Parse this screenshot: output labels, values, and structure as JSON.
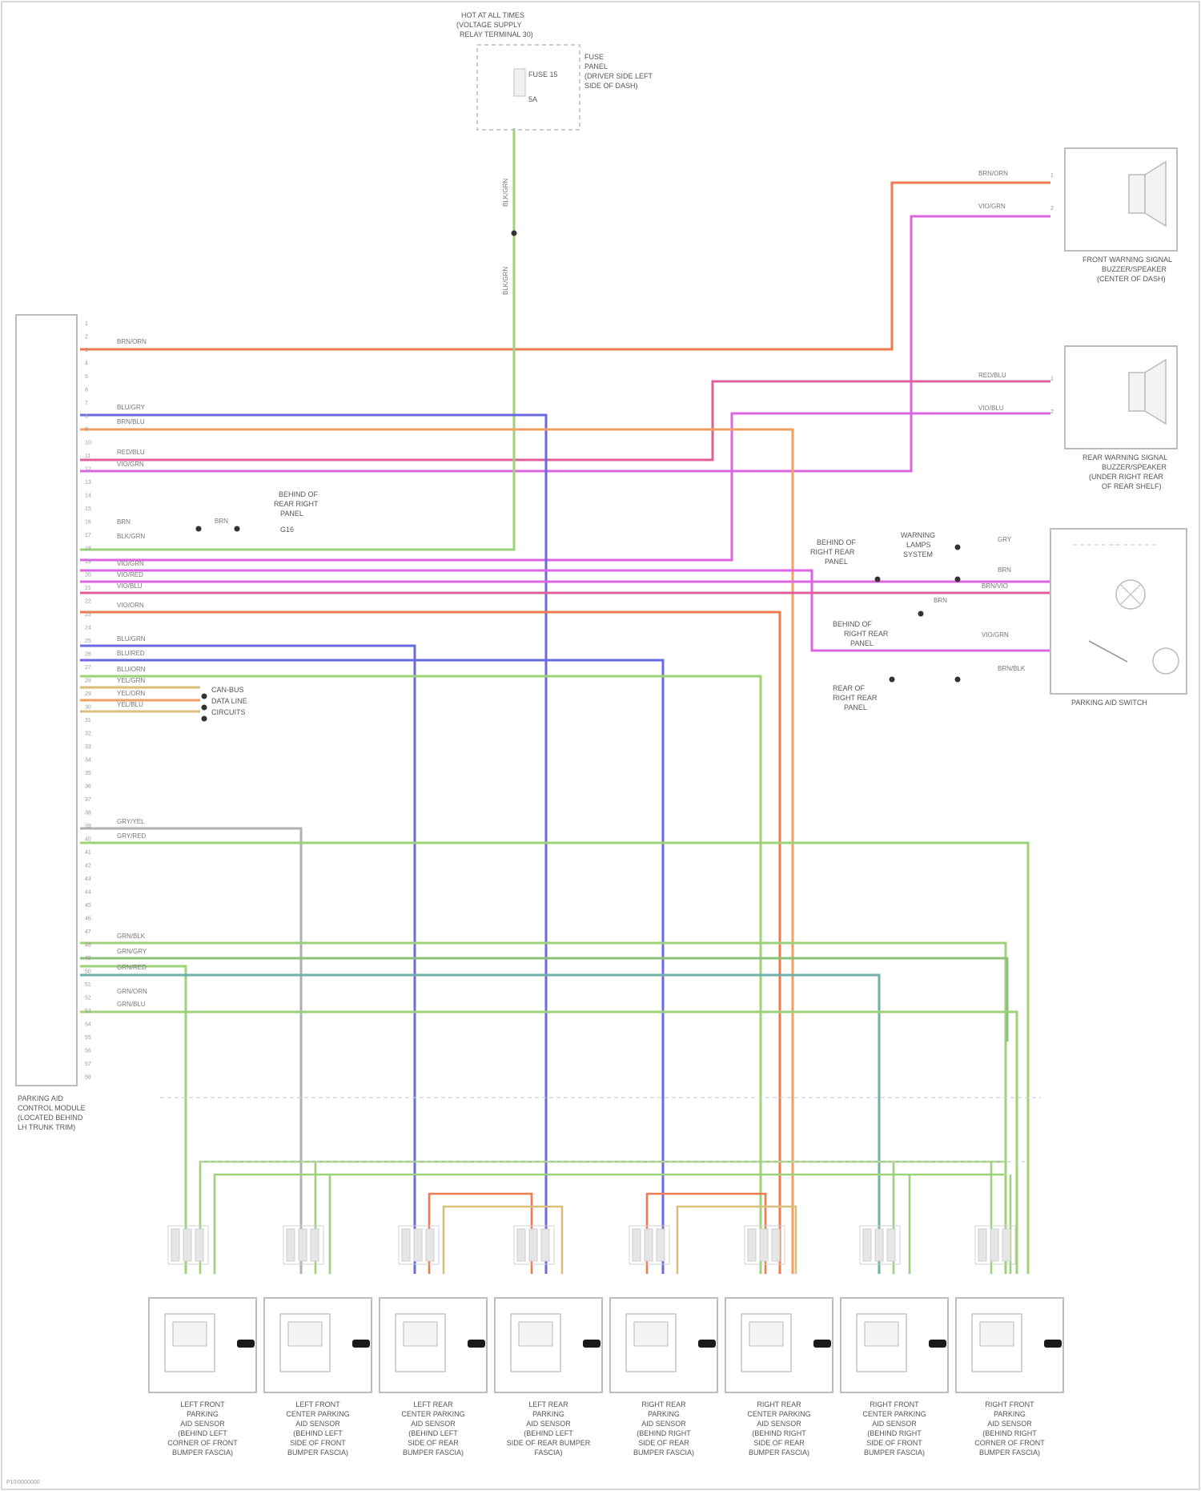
{
  "colors": {
    "orange_red": "#ee7b4e",
    "orange": "#f0a060",
    "pink": "#e0609a",
    "magenta": "#dd66e0",
    "blue": "#6a6ae0",
    "green": "#9cd27a",
    "green_dark": "#8cc17a",
    "gray": "#b0b0b0",
    "teal": "#70b0a8",
    "tan": "#d8c07a"
  },
  "module": {
    "label_lines": [
      "PARKING AID",
      "CONTROL MODULE",
      "(LOCATED BEHIND",
      "LH TRUNK TRIM)"
    ],
    "pins": [
      "1",
      "2",
      "3",
      "4",
      "5",
      "6",
      "7",
      "8",
      "9",
      "10",
      "11",
      "12",
      "13",
      "14",
      "15",
      "16",
      "17",
      "18",
      "19",
      "20",
      "21",
      "22",
      "23",
      "24",
      "25",
      "26",
      "27",
      "28",
      "29",
      "30",
      "31",
      "32",
      "33",
      "34",
      "35",
      "36",
      "37",
      "38",
      "39",
      "40",
      "41",
      "42",
      "43",
      "44",
      "45",
      "46",
      "47",
      "48",
      "49",
      "50",
      "51",
      "52",
      "53",
      "54",
      "55",
      "56",
      "57",
      "58"
    ]
  },
  "top_box": {
    "header_lines": [
      "HOT AT ALL TIMES",
      "(VOLTAGE SUPPLY",
      "RELAY TERMINAL 30)"
    ],
    "inner_lines": [
      "FUSE 15",
      "5A"
    ],
    "side_lines": [
      "FUSE",
      "PANEL",
      "(DRIVER SIDE LEFT",
      "SIDE OF DASH)"
    ],
    "wire_upper": "BLK/GRN",
    "wire_lower": "BLK/GRN"
  },
  "speaker_front": {
    "label_lines": [
      "FRONT WARNING SIGNAL",
      "BUZZER/SPEAKER",
      "(CENTER OF DASH)"
    ],
    "wire_1": "BRN/ORN",
    "wire_2": "VIO/GRN"
  },
  "speaker_rear": {
    "label_lines": [
      "REAR WARNING SIGNAL",
      "BUZZER/SPEAKER",
      "(UNDER RIGHT REAR",
      "OF REAR SHELF)"
    ],
    "wire_1": "RED/BLU",
    "wire_2": "VIO/BLU"
  },
  "parking_switch": {
    "label": "PARKING AID SWITCH",
    "left_labels": [
      {
        "lines": [
          "WARNING",
          "LAMPS",
          "SYSTEM"
        ]
      },
      {
        "lines": [
          "BEHIND OF",
          "RIGHT REAR",
          "PANEL"
        ]
      },
      {
        "lines": [
          "BEHIND OF",
          "RIGHT REAR",
          "PANEL"
        ]
      },
      {
        "lines": [
          "REAR OF",
          "RIGHT REAR",
          "PANEL"
        ]
      }
    ],
    "wires": [
      "GRY",
      "BRN",
      "BRN/VIO",
      "BRN",
      "VIO/GRN",
      "BRN/BLK"
    ]
  },
  "ground_ref": {
    "lines": [
      "BEHIND OF",
      "REAR RIGHT",
      "PANEL",
      "G16"
    ]
  },
  "data_bus": {
    "lines": [
      "CAN-BUS",
      "DATA LINE",
      "CIRCUITS"
    ]
  },
  "module_wires": [
    "BRN/ORN",
    "BLU/GRY",
    "BRN/BLU",
    "RED/BLU",
    "VIO/GRN",
    "BRN",
    "BLK/GRN",
    "VIO/GRN",
    "VIO/RED",
    "VIO/BLU",
    "VIO/ORN",
    "BLU/GRN",
    "BLU/RED",
    "BLU/ORN",
    "YEL/GRN",
    "YEL/ORN",
    "YEL/BLU",
    "GRY/YEL",
    "GRY/RED",
    "GRN/BLK",
    "GRN/GRY",
    "GRN/RED",
    "GRN/BLU",
    "GRN/ORN"
  ],
  "sensors": [
    {
      "lines": [
        "LEFT FRONT",
        "PARKING",
        "AID SENSOR",
        "(BEHIND LEFT",
        "CORNER OF FRONT",
        "BUMPER FASCIA)"
      ]
    },
    {
      "lines": [
        "LEFT FRONT",
        "CENTER PARKING",
        "AID SENSOR",
        "(BEHIND LEFT",
        "SIDE OF FRONT",
        "BUMPER FASCIA)"
      ]
    },
    {
      "lines": [
        "LEFT REAR",
        "CENTER PARKING",
        "AID SENSOR",
        "(BEHIND LEFT",
        "SIDE OF REAR",
        "BUMPER FASCIA)"
      ]
    },
    {
      "lines": [
        "LEFT REAR",
        "PARKING",
        "AID SENSOR",
        "(BEHIND LEFT",
        "SIDE OF REAR BUMPER",
        "FASCIA)"
      ]
    },
    {
      "lines": [
        "RIGHT REAR",
        "PARKING",
        "AID SENSOR",
        "(BEHIND RIGHT",
        "SIDE OF REAR",
        "BUMPER FASCIA)"
      ]
    },
    {
      "lines": [
        "RIGHT REAR",
        "CENTER PARKING",
        "AID SENSOR",
        "(BEHIND RIGHT",
        "SIDE OF REAR",
        "BUMPER FASCIA)"
      ]
    },
    {
      "lines": [
        "RIGHT FRONT",
        "CENTER PARKING",
        "AID SENSOR",
        "(BEHIND RIGHT",
        "SIDE OF FRONT",
        "BUMPER FASCIA)"
      ]
    },
    {
      "lines": [
        "RIGHT FRONT",
        "PARKING",
        "AID SENSOR",
        "(BEHIND RIGHT",
        "CORNER OF FRONT",
        "BUMPER FASCIA)"
      ]
    }
  ],
  "footer_code": "P10/0000000"
}
